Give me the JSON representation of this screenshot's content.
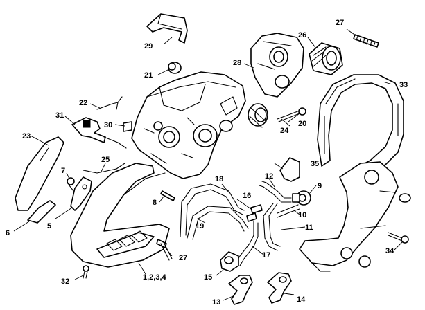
{
  "diagram": {
    "callouts": [
      {
        "id": "c1234",
        "text": "1,2,3,4"
      },
      {
        "id": "c5",
        "text": "5"
      },
      {
        "id": "c6",
        "text": "6"
      },
      {
        "id": "c7",
        "text": "7"
      },
      {
        "id": "c8",
        "text": "8"
      },
      {
        "id": "c9",
        "text": "9"
      },
      {
        "id": "c10",
        "text": "10"
      },
      {
        "id": "c11",
        "text": "11"
      },
      {
        "id": "c12",
        "text": "12"
      },
      {
        "id": "c13",
        "text": "13"
      },
      {
        "id": "c14",
        "text": "14"
      },
      {
        "id": "c15",
        "text": "15"
      },
      {
        "id": "c16",
        "text": "16"
      },
      {
        "id": "c17",
        "text": "17"
      },
      {
        "id": "c18",
        "text": "18"
      },
      {
        "id": "c19",
        "text": "19"
      },
      {
        "id": "c20",
        "text": "20"
      },
      {
        "id": "c21",
        "text": "21"
      },
      {
        "id": "c22",
        "text": "22"
      },
      {
        "id": "c23",
        "text": "23"
      },
      {
        "id": "c24",
        "text": "24"
      },
      {
        "id": "c25",
        "text": "25"
      },
      {
        "id": "c26",
        "text": "26"
      },
      {
        "id": "c27a",
        "text": "27"
      },
      {
        "id": "c27b",
        "text": "27"
      },
      {
        "id": "c28",
        "text": "28"
      },
      {
        "id": "c29",
        "text": "29"
      },
      {
        "id": "c30",
        "text": "30"
      },
      {
        "id": "c31",
        "text": "31"
      },
      {
        "id": "c32",
        "text": "32"
      },
      {
        "id": "c33",
        "text": "33"
      },
      {
        "id": "c34",
        "text": "34"
      },
      {
        "id": "c35",
        "text": "35"
      }
    ]
  }
}
